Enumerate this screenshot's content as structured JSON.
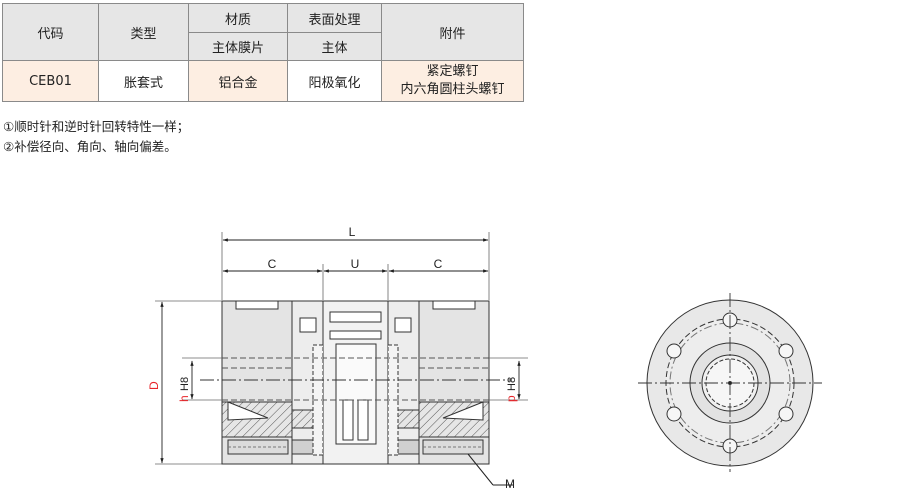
{
  "table": {
    "headers": {
      "code": "代码",
      "type": "类型",
      "material": "材质",
      "surface": "表面处理",
      "accessory": "附件",
      "material_sub": "主体膜片",
      "surface_sub": "主体"
    },
    "row": {
      "code": "CEB01",
      "type": "胀套式",
      "material": "铝合金",
      "surface": "阳极氧化",
      "accessory_1": "紧定螺钉",
      "accessory_2": "内六角圆柱头螺钉"
    }
  },
  "notes": [
    "①顺时针和逆时针回转特性一样；",
    "②补偿径向、角向、轴向偏差。"
  ],
  "drawing": {
    "dim_L": "L",
    "dim_C_left": "C",
    "dim_U": "U",
    "dim_C_right": "C",
    "dim_D": "D",
    "dim_h": "h",
    "dim_h_fit": "H8",
    "dim_p": "p",
    "dim_p_fit": "H8",
    "dim_M": "M"
  },
  "colors": {
    "table_header_bg": "#e6e6e6",
    "table_tint_bg": "#fdeee2",
    "dimension_red": "#e8252a"
  }
}
